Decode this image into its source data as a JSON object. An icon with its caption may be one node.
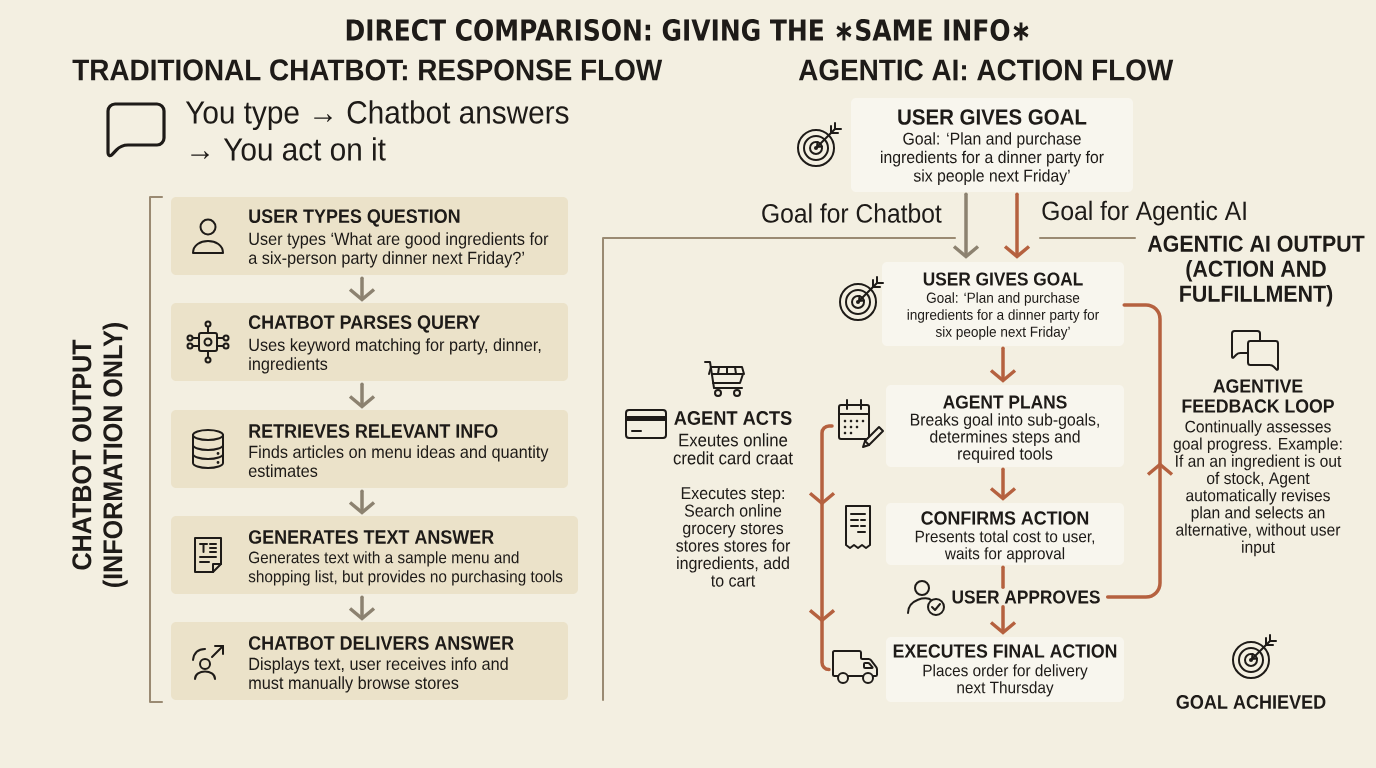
{
  "diagram": {
    "title": "DIRECT COMPARISON: GIVING THE ∗SAME INFO∗",
    "nodes": [
      {
        "text": [
          "USER TYPES QUESTION",
          "User types ‘What are good ingredients for a six-person party dinner next Friday?’"
        ]
      },
      {
        "text": [
          "CHATBOT PARSES QUERY",
          "Uses keyword matching for party, dinner, ingredients"
        ]
      },
      {
        "text": [
          "RETRIEVES RELEVANT INFO",
          "Finds articles on menu ideas and quantity estimates"
        ]
      },
      {
        "text": [
          "GENERATES TEXT ANSWER",
          "Generates text with a sample menu and shopping list, but provides no purchasing tools"
        ]
      },
      {
        "text": [
          "CHATBOT DELIVERS ANSWER",
          "Displays text, user receives info and must manually browse stores"
        ]
      },
      {
        "text": [
          "USER GIVES GOAL",
          "Goal: ‘Plan and purchase ingredients for a dinner party for six people next Friday’"
        ]
      },
      {
        "text": [
          "USER GIVES GOAL",
          "Goal: ‘Plan and purchase ingredients for a dinner party for six people next Friday’"
        ]
      },
      {
        "text": [
          "AGENT PLANS",
          "Breaks goal into sub-goals, determines steps and required tools"
        ]
      },
      {
        "text": [
          "CONFIRMS ACTION",
          "Presents total cost to user, waits for approval"
        ]
      },
      {
        "text": [
          "USER APPROVES"
        ]
      },
      {
        "text": [
          "EXECUTES FINAL ACTION",
          "Places order for delivery next Thursday"
        ]
      }
    ],
    "edges": [
      {
        "from": 0,
        "to": 1,
        "arrow": "to",
        "color": "#8c8270"
      },
      {
        "from": 1,
        "to": 2,
        "arrow": "to",
        "color": "#8c8270"
      },
      {
        "from": 2,
        "to": 3,
        "arrow": "to",
        "color": "#8c8270"
      },
      {
        "from": 3,
        "to": 4,
        "arrow": "to",
        "color": "#8c8270"
      },
      {
        "from": 5,
        "to": 6,
        "arrow": "to",
        "label": "Goal for Chatbot",
        "color": "#8c8270"
      },
      {
        "from": 5,
        "to": 6,
        "arrow": "to",
        "label": "Goal for Agentic AI"
      },
      {
        "from": 6,
        "to": 7,
        "arrow": "to"
      },
      {
        "from": 7,
        "to": 8,
        "arrow": "to"
      },
      {
        "from": 8,
        "to": 9,
        "arrow": "none"
      },
      {
        "from": 9,
        "to": 10,
        "arrow": "to"
      },
      {
        "from": 7,
        "to": 10,
        "arrow": "to"
      },
      {
        "from": 9,
        "to": 6,
        "arrow": "to"
      }
    ],
    "labels": [
      "TRADITIONAL CHATBOT: RESPONSE FLOW",
      "AGENTIC AI: ACTION FLOW",
      "You type → Chatbot answers → You act on it",
      "CHATBOT OUTPUT (INFORMATION ONLY)",
      "AGENTIC AI OUTPUT (ACTION AND FULFILLMENT)",
      "AGENT ACTS",
      "Exeutes online credit card craat",
      "Executes step: Search online grocery stores stores stores for ingredients, add to cart",
      "AGENTIVE FEEDBACK LOOP",
      "Continually assesses goal progress. Example: If an an ingredient is out of stock, Agent automatically revises plan and selects an alternative, without user input",
      "GOAL ACHIEVED"
    ]
  }
}
